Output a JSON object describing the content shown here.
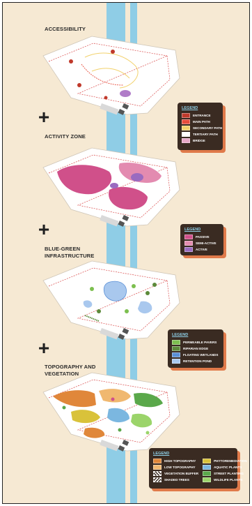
{
  "sections": [
    {
      "title": "ACCESSIBILITY"
    },
    {
      "title": "ACTIVITY ZONE"
    },
    {
      "title": "BLUE-GREEN INFRASTRUCTURE"
    },
    {
      "title": "TOPOGRAPHY AND VEGETATION"
    }
  ],
  "legends": {
    "accessibility": {
      "title": "LEGEND",
      "items": [
        {
          "label": "ENTRANCE",
          "color": "#c0392b"
        },
        {
          "label": "MAIN PATH",
          "color": "#e74c3c"
        },
        {
          "label": "SECONDARY PATH",
          "color": "#f2d16b"
        },
        {
          "label": "TERTIARY PATH",
          "color": "#ffffff"
        },
        {
          "label": "BRIDGE",
          "color": "#e8a8c8"
        }
      ]
    },
    "activity": {
      "title": "LEGEND",
      "items": [
        {
          "label": "PASSIVE",
          "color": "#d0508a"
        },
        {
          "label": "SEMI-ACTIVE",
          "color": "#e38bb0"
        },
        {
          "label": "ACTIVE",
          "color": "#9a6bc0"
        }
      ]
    },
    "bluegreen": {
      "title": "LEGEND",
      "items": [
        {
          "label": "PERMEABLE PAVERS",
          "color": "#7cbf4f"
        },
        {
          "label": "RIPARIAN EDGE",
          "color": "#5c8a3a"
        },
        {
          "label": "FLOATING WETLANDS",
          "color": "#5a8fd6"
        },
        {
          "label": "RETENTION POND",
          "color": "#a9c8ee"
        }
      ]
    },
    "topography": {
      "title": "LEGEND",
      "items": [
        {
          "label": "HIGH TOPOGRAPHY",
          "color": "#e0873a"
        },
        {
          "label": "PHYTOREMEDIATION",
          "color": "#d9c23a"
        },
        {
          "label": "LOW TOPOGRAPHY",
          "color": "#f0b870"
        },
        {
          "label": "AQUATIC PLANTS",
          "color": "#7bb7e0"
        },
        {
          "label": "VEGETATION BUFFER",
          "color": "#ffffff"
        },
        {
          "label": "STREET PLANTING",
          "color": "#5aa84a"
        },
        {
          "label": "SHADED TREES",
          "color": "#ffffff"
        },
        {
          "label": "WILDLIFE PLANTS",
          "color": "#9bd46a"
        }
      ]
    }
  },
  "colors": {
    "background": "#f6e9d3",
    "river": "#8fcde6",
    "site": "#ffffff",
    "boundary": "#d94848",
    "legend_bg": "#3a2b22",
    "legend_shadow": "#e07a4a"
  }
}
